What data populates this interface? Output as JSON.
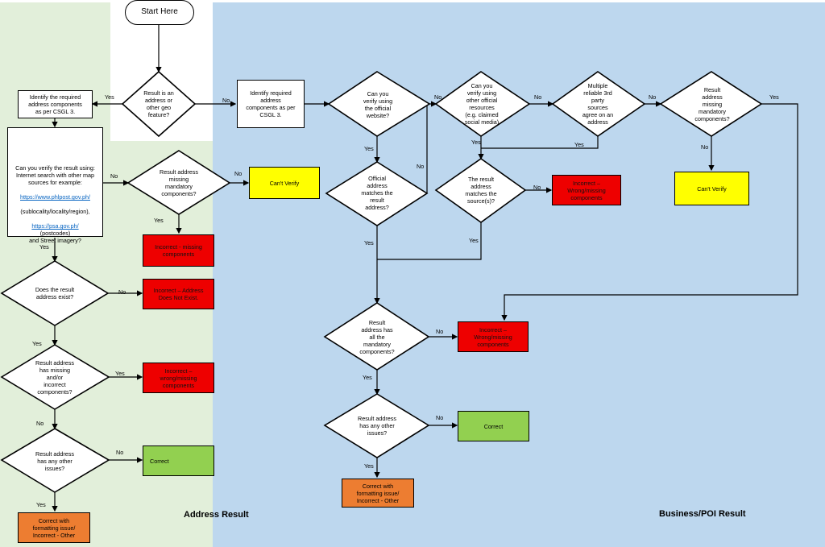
{
  "regions": {
    "address": {
      "title": "Address Result",
      "color": "#e2efda"
    },
    "business": {
      "title": "Business/POI Result",
      "color": "#bdd7ee"
    }
  },
  "nodes": {
    "start": "Start Here",
    "q_is_address": "Result is an\naddress or\nother geo\nfeature?",
    "addr_identify": "Identify the required\naddress components\nas per CSGL 3.",
    "biz_identify": "Identify required\naddress\ncomponents as per\nCSGL 3.",
    "addr_verify": {
      "line1": "Can you verify the result using:\nInternet search with other map\nsources for example:",
      "link1": "https://www.phlpost.gov.ph/",
      "line2": "(sublocality/locality/region),",
      "link2": "https://psa.gov.ph/",
      "line3": "(postcodes)\nand Street imagery?"
    },
    "q_addr_missing": "Result address\nmissing\nmandatory\ncomponents?",
    "addr_cant_verify": "Can't Verify",
    "addr_incorrect_missing": "Incorrect - missing\ncomponents",
    "q_addr_exist": "Does the result\naddress exist?",
    "addr_not_exist": "Incorrect – Address\nDoes Not Exist.",
    "q_addr_missing_incorrect": "Result address\nhas missing\nand/or\nincorrect\ncomponents?",
    "addr_wrong_missing": "Incorrect –\nwrong/missing\ncomponents",
    "q_addr_other": "Result address\nhas any other\nissues?",
    "addr_correct": "Correct",
    "addr_formatting": "Correct with\nformatting issue/\nIncorrect - Other",
    "q_official_site": "Can you\nverify using\nthe official\nwebsite?",
    "q_other_official": "Can you\nverify using\nother official\nresources\n(e.g. claimed\nsocial media)",
    "q_multiple": "Multiple\nreliable 3rd\nparty\nsources\nagree on an\naddress",
    "q_biz_missing": "Result\naddress\nmissing\nmandatory\ncomponents?",
    "biz_cant_verify": "Can't Verify",
    "q_official_match": "Official\naddress\nmatches the\nresult\naddress?",
    "q_source_match": "The result\naddress\nmatches the\nsource(s)?",
    "biz_wrong_missing_1": "Incorrect –\nWrong/missing\ncomponents",
    "q_biz_all_mandatory": "Result\naddress has\nall the\nmandatory\ncomponents?",
    "biz_wrong_missing_2": "Incorrect –\nWrong/missing\ncomponents",
    "q_biz_other": "Result address\nhas any other\nissues?",
    "biz_correct": "Correct",
    "biz_formatting": "Correct with\nformatting issue/\nIncorrect - Other"
  },
  "edge_labels": {
    "yes": "Yes",
    "no": "No"
  }
}
